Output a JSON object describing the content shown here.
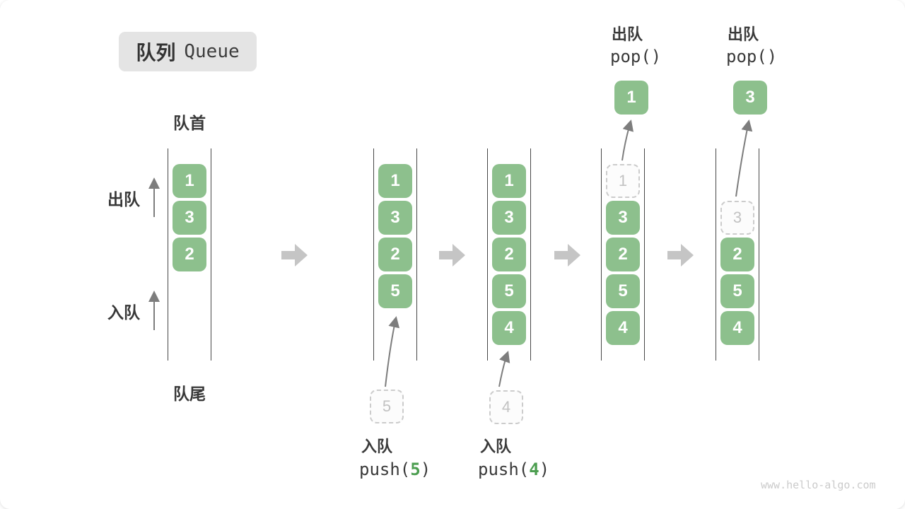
{
  "colors": {
    "green": "#8dc08d",
    "green_dark": "#4c9e50",
    "ghost_border": "#cccccc",
    "ghost_text": "#c2c2c2",
    "block_arrow": "#c5c5c5",
    "thin_arrow": "#7d7d7d",
    "line": "#474747",
    "badge_bg": "#e4e4e4",
    "watermark": "#cbcbcb"
  },
  "title": {
    "zh": "队列",
    "en": "Queue"
  },
  "side_labels": {
    "front": "队首",
    "rear": "队尾",
    "dequeue": "出队",
    "enqueue": "入队"
  },
  "states": [
    {
      "boxes": [
        "1",
        "3",
        "2"
      ]
    },
    {
      "boxes": [
        "1",
        "3",
        "2",
        "5"
      ]
    },
    {
      "boxes": [
        "1",
        "3",
        "2",
        "5",
        "4"
      ]
    },
    {
      "ghost": "1",
      "boxes": [
        "3",
        "2",
        "5",
        "4"
      ]
    },
    {
      "ghost": "3",
      "boxes": [
        "2",
        "5",
        "4"
      ]
    }
  ],
  "annotations": {
    "push5": {
      "label": "入队",
      "code_fn": "push(",
      "code_arg": "5",
      "code_close": ")",
      "ghost_value": "5"
    },
    "push4": {
      "label": "入队",
      "code_fn": "push(",
      "code_arg": "4",
      "code_close": ")",
      "ghost_value": "4"
    },
    "pop1": {
      "label": "出队",
      "code": "pop()",
      "popped_value": "1"
    },
    "pop3": {
      "label": "出队",
      "code": "pop()",
      "popped_value": "3"
    }
  },
  "watermark": "www.hello-algo.com"
}
